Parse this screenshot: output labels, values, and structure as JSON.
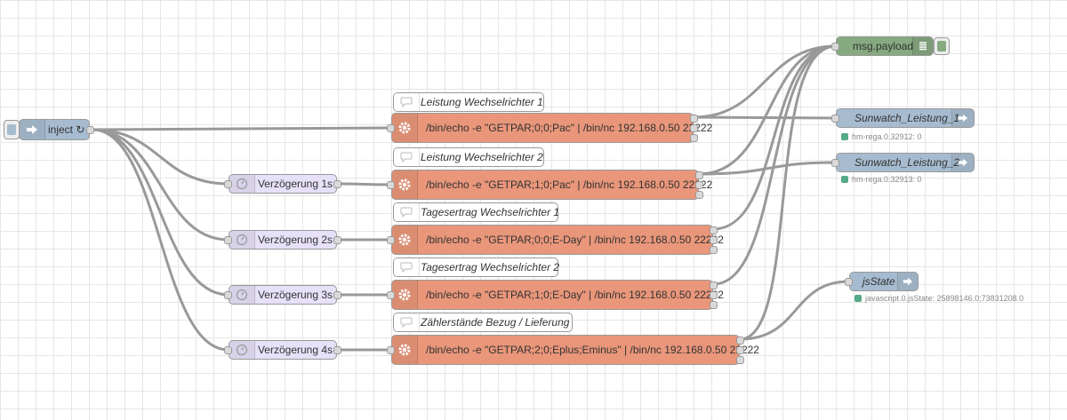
{
  "flow": {
    "inject": {
      "label": "inject ↻"
    },
    "delays": [
      {
        "label": "Verzögerung 1s"
      },
      {
        "label": "Verzögerung 2s"
      },
      {
        "label": "Verzögerung 3s"
      },
      {
        "label": "Verzögerung 4s"
      }
    ],
    "comments": [
      {
        "label": "Leistung Wechselrichter 1"
      },
      {
        "label": "Leistung Wechselrichter 2"
      },
      {
        "label": "Tagesertrag Wechselrichter 1"
      },
      {
        "label": "Tagesertrag Wechselrichter 2"
      },
      {
        "label": "Zählerstände Bezug / Lieferung"
      }
    ],
    "execs": [
      {
        "label": "/bin/echo -e \"GETPAR;0;0;Pac\" | /bin/nc 192.168.0.50 22222"
      },
      {
        "label": "/bin/echo -e \"GETPAR;1;0;Pac\" | /bin/nc 192.168.0.50 22222"
      },
      {
        "label": "/bin/echo -e \"GETPAR;0;0;E-Day\" | /bin/nc 192.168.0.50 22222"
      },
      {
        "label": "/bin/echo -e \"GETPAR;1;0;E-Day\" | /bin/nc 192.168.0.50 22222"
      },
      {
        "label": "/bin/echo -e \"GETPAR;2;0;Eplus;Eminus\" | /bin/nc 192.168.0.50 22222"
      }
    ],
    "debug": {
      "label": "msg.payload"
    },
    "outputs": [
      {
        "label": "Sunwatch_Leistung_1",
        "status": "hm-rega.0.32912: 0"
      },
      {
        "label": "Sunwatch_Leistung_2",
        "status": "hm-rega.0.32913: 0"
      },
      {
        "label": "jsState",
        "status": "javascript.0.jsState: 25898146.0;73831208.0"
      }
    ]
  },
  "colors": {
    "exec": "#e9967a",
    "delay": "#e6e0f8",
    "inject": "#a6bbcf",
    "output": "#a6bbcf",
    "debug": "#87a980",
    "wire": "#999999",
    "status_green": "#5a8"
  },
  "icons": {
    "inject": "arrow-right-icon",
    "delay": "timer-icon",
    "exec": "gear-icon",
    "comment": "speech-bubble-icon",
    "debug": "list-icon",
    "output": "arrow-right-icon"
  }
}
